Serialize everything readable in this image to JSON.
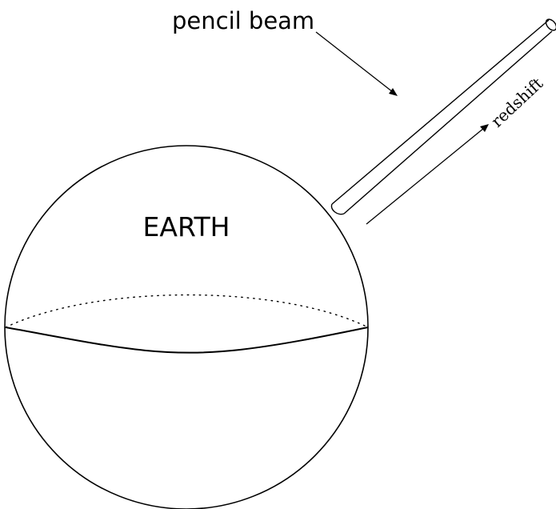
{
  "diagram": {
    "earth_label": "EARTH",
    "beam_label": "pencil beam",
    "redshift_label": "redshift",
    "colors": {
      "stroke": "#000000",
      "background": "#ffffff"
    }
  }
}
